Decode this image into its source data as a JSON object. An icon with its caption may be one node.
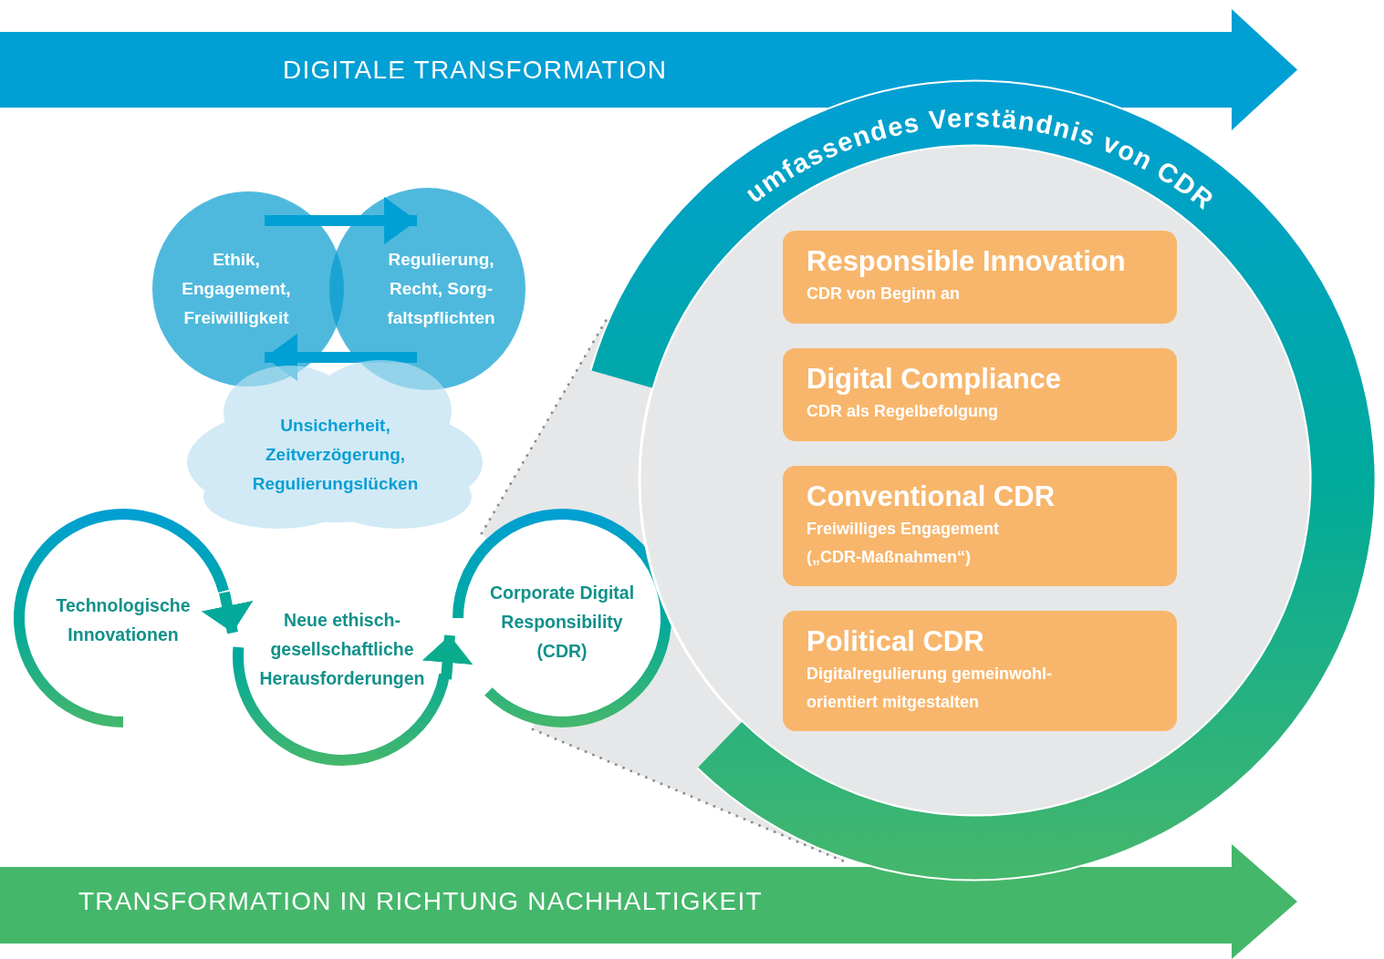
{
  "diagram": {
    "nodes": [
      {
        "text": [
          "DIGITALE TRANSFORMATION"
        ]
      },
      {
        "text": [
          "TRANSFORMATION IN RICHTUNG NACHHALTIGKEIT"
        ]
      },
      {
        "text": [
          "Ethik, Engagement, Freiwilligkeit"
        ]
      },
      {
        "text": [
          "Regulierung, Recht, Sorg- faltspflichten"
        ]
      },
      {
        "text": [
          "Unsicherheit, Zeitverzögerung, Regulierungslücken"
        ]
      },
      {
        "text": [
          "Technologische Innovationen"
        ]
      },
      {
        "text": [
          "Neue ethisch- gesellschaftliche Herausforderungen"
        ]
      },
      {
        "text": [
          "Corporate Digital Responsibility (CDR)"
        ]
      },
      {
        "text": [
          "umfassendes Verständnis von CDR"
        ]
      },
      {
        "text": [
          "Responsible Innovation",
          "CDR von Beginn an"
        ],
        "in": 8
      },
      {
        "text": [
          "Digital Compliance",
          "CDR als Regelbefolgung"
        ],
        "in": 8
      },
      {
        "text": [
          "Conventional CDR",
          "Freiwilliges Engagement („CDR-Maßnahmen“)"
        ],
        "in": 8
      },
      {
        "text": [
          "Political CDR",
          "Digitalregulierung gemeinwohl- orientiert mitgestalten"
        ],
        "in": 8
      }
    ],
    "edges": [
      {
        "from": 2,
        "to": 3,
        "arrow": "to",
        "color": "#009fd4"
      },
      {
        "from": 3,
        "to": 2,
        "arrow": "to",
        "color": "#009fd4"
      },
      {
        "from": 5,
        "to": 6,
        "arrow": "to",
        "color": "#03a99b"
      },
      {
        "from": 6,
        "to": 7,
        "arrow": "to",
        "color": "#0bac8e"
      },
      {
        "from": 7,
        "to": 8,
        "arrow": "none",
        "style": "dashed",
        "color": "#8a8c8e"
      },
      {
        "from": 7,
        "to": 8,
        "arrow": "none",
        "style": "dashed",
        "color": "#8a8c8e"
      }
    ]
  }
}
